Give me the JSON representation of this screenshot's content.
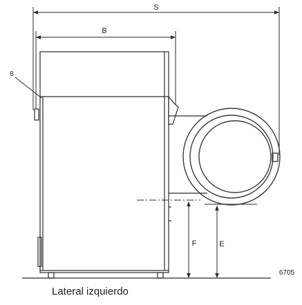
{
  "labels": {
    "overall_depth": "S",
    "body_depth": "B",
    "door_center_height": "F",
    "door_bottom_height": "E",
    "part_number": "8",
    "figure_code": "6705"
  },
  "caption": "Lateral izquierdo",
  "colors": {
    "line": "#2a2a2a",
    "door_ring": "#3a3a3a",
    "background": "#ffffff"
  }
}
